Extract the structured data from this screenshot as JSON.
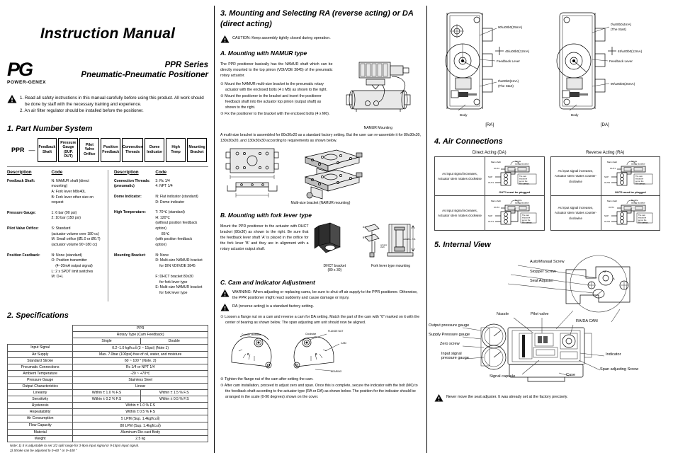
{
  "document": {
    "title": "Instruction Manual",
    "brand": {
      "logo_text": "PG",
      "logo_sub": "POWER-GENEX"
    },
    "series_line1": "PPR Series",
    "series_line2": "Pneumatic-Pneumatic Positioner",
    "warnings": [
      "1. Read all safety instructions in this manual carefully before using this product. All work should be done by staff with the necessary training and experience.",
      "2. An air filter regulator should be installed before the positioner."
    ]
  },
  "section1": {
    "heading": "1. Part Number System",
    "prefix": "PPR",
    "dash": "—",
    "boxes": [
      "Feedback Shaft",
      "Pressure Gauge (SUP. OUT)",
      "Pilot Valve Orifice",
      "Position Feedback",
      "Connection Threads",
      "Dome Indicator",
      "High Temp",
      "Mounting Bracket"
    ],
    "table_headers": {
      "description": "Description",
      "code": "Code"
    },
    "left_rows": [
      {
        "description": "Feedback Shaft:",
        "code": "N: NAMUR shaft (direct mounting)\nA: Fork lever M8x40L\nB: Fork lever other size on request"
      },
      {
        "description": "Pressure Gauge:",
        "code": "1: 6 bar (90 psi)\n2: 10 bar (150 psi)"
      },
      {
        "description": "Pilot Valve Orifice:",
        "code": "S: Standard\n(actuator volume over 180 cc)\nM: Small orifice (Ø1.0 or Ø0.7)\n(actuator volume 90~180 cc)"
      },
      {
        "description": "Position Feedback:",
        "code": "N: None (standard)\nO: Position transmitter\n    (4~20mA output signal)\nL: 2 x SPDT limit switches\nM: O+L"
      }
    ],
    "right_rows": [
      {
        "description": "Connection Threads: (pneumatic)",
        "code": "3: Rc 1/4\n4: NPT 1/4"
      },
      {
        "description": "Dome Indicator:",
        "code": "N: Flat indicator (standard)\nD: Dome indicator"
      },
      {
        "description": "High Temperature:",
        "code": "T: 70℃ (standard)\nH: 120℃\n(without position feedback option)\n      85℃\n(with position feedback option)"
      },
      {
        "description": "Mounting Bracket:",
        "code": "N: None\nR: Multi-size NAMUR bracket\n    for DIN VDI/VDE 3845\n\nF: DHCT bracket 80x30\n    for fork lever type\nE: Multi-size NAMUR bracket\n    for fork lever type"
      }
    ]
  },
  "section2": {
    "heading": "2. Specifications",
    "col_group_top": "PPR",
    "col_group_mid": "Rotary Type (Cam Feedback)",
    "col_single": "Single",
    "col_double": "Double",
    "rows": [
      {
        "label": "Input Signal",
        "span": "0.2~1.0 kgf/c㎠  (3 ~ 15psi) (Note 1)"
      },
      {
        "label": "Air Supply",
        "span": "Max. 7.0bar (100psi) free of oil, water, and moisture"
      },
      {
        "label": "Standard Stroke",
        "span": "60 ~ 100 ° (Note. 2)"
      },
      {
        "label": "Pneumatic Connections",
        "span": "Rc 1/4 or NPT 1/4"
      },
      {
        "label": "Ambient Temperature",
        "span": "-20 ~ +70℃"
      },
      {
        "label": "Pressure Gauge",
        "span": "Stainless Steel"
      },
      {
        "label": "Output Characteristics",
        "span": "Linear"
      },
      {
        "label": "Linearity",
        "single": "Within ± 1.0 % F.S",
        "double": "Within ± 1.5 % F.S"
      },
      {
        "label": "Sensitivity",
        "single": "Within ± 0.2 % F.S",
        "double": "Within ± 0.5 % F.S"
      },
      {
        "label": "Hysteresis",
        "span": "Within ± 1.0 % F.S"
      },
      {
        "label": "Repeatability",
        "span": "Within ± 0.5 % F.S"
      },
      {
        "label": "Air Consumption",
        "span": "5 LPM (Sup. 1.4kgf/c㎠)"
      },
      {
        "label": "Flow Capacity",
        "span": "80 LPM (Sup. 1.4kgf/c㎠)"
      },
      {
        "label": "Material",
        "span": "Aluminum Die-cast Body"
      },
      {
        "label": "Weight",
        "span": "2.5 kg"
      }
    ],
    "notes": [
      "Note: 1) It is adjustable to set 1/2 split range for 3-9psi input signal or 9-15psi input signal.",
      "2) Stroke can be adjusted to 0~60 ° or 0~100 °"
    ]
  },
  "section3": {
    "heading": "3. Mounting and Selecting RA (reverse acting) or DA (direct acting)",
    "caution": "CAUTION: Keep assembly tightly closed during operation.",
    "sub_a": {
      "heading": "A. Mounting with NAMUR type",
      "intro": "The PPR positioner basically has the NAMUR shaft which can be directly mounted to the top pinion (VDI/VDE 3845) of the pneumatic rotary actuator.",
      "steps": [
        "① Mount the NAMUR multi-size bracket to the pneumatic rotary actuator with the enclosed bolts (4 x M5) as shown to the right.",
        "② Mount the positioner to the bracket and insert the positioner feedback shaft into the actuator top pinion (output shaft) as shown to the right.",
        "③ Fix the positioner to the bracket with the enclosed bolts (4 x M6)."
      ],
      "outro": "A multi-size bracket is assembled for 80x30x20 as a standard factory setting. But the user can re-assemble it for 80x30x30, 130x30x20, and 130x30x30 according to requirements as shown below.",
      "fig1_caption": "NAMUR Mounting",
      "fig2_caption": "Multi-size bracket (NAMUR mounting)"
    },
    "sub_b": {
      "heading": "B. Mounting with fork lever type",
      "body": "Mount the PPR positioner to the actuator with DHCT bracket (80x30) as shown to the right. Be sure that the feedback lever shaft 'A' is placed in the orifice for the fork lever 'B' and they are in alignment with a rotary actuator output shaft.",
      "fig1_caption": "DHCT bracket",
      "fig1_caption2": "(80 x 30)",
      "fig2_caption": "Fork lever type mounting"
    },
    "sub_c": {
      "heading": "C. Cam and Indicator Adjustment",
      "warning1": "WARNING: When adjusting or replacing cams, be sure to shut off air supply to the PPR positioner. Otherwise, the PPR positioner might react suddenly and cause damage or injury.",
      "warning2": "RA (reverse acting) is a standard factory setting.",
      "steps": [
        "① Loosen a flange nut on a cam and reverse a cam for DA setting. Match the part of the cam with \"0\" marked on it with the center of bearing as shown below. The span adjusting arm unit should now be aligned.",
        "② Tighten the flange nut of the cam after setting the cam.",
        "③ After cam installation, proceed to adjust zero and span. Once this is complete, secure the indicator with the bolt (M6) to the feedback shaft according to the actuator type (RA or DA) as shown below. The position for the indicator should be arranged in the scale (0-90 degrees) shown on the cover."
      ],
      "cam_labels": {
        "ccw": "Counter clockwise",
        "cw": "Clockwise",
        "flange_nut": "FLANGE NUT",
        "cam": "CAM",
        "bearing": "BEARING"
      }
    }
  },
  "diagrams_ra_da": {
    "ra": {
      "caption": "[RA]",
      "labels": [
        "90°(25mA)",
        "45°(12mA)",
        "Feedback Lever",
        "0°(4mA)\n(The Start)",
        "Body"
      ]
    },
    "da": {
      "caption": "[DA]",
      "labels": [
        "0°(4mA)\n(The Start)",
        "45°(12mA)",
        "Feedback Lever",
        "90°(25mA)",
        "Body"
      ]
    }
  },
  "section4": {
    "heading": "4. Air Connections",
    "da_header": "Direct Acting (DA)",
    "ra_header": "Reverse Acting (RA)",
    "da_rows": [
      {
        "desc": "As input signal increases, Actuator stem rotates clockwise",
        "actuator": "Single acting actuator",
        "shaft": "Main shaft",
        "ports": [
          "OUT2",
          "SUP",
          "OUT1"
        ],
        "camnote": "The cam should be set on the RA surface.",
        "plug": "OUT1 must be plugged"
      },
      {
        "desc": "As input signal increases, Actuator stem rotates clockwise",
        "actuator": "Double acting actuator",
        "shaft": "Main shaft",
        "ports": [
          "OUT2",
          "SUP",
          "OUT1"
        ],
        "camnote": "The cam should be set on the RA surface.",
        "plug": ""
      }
    ],
    "ra_rows": [
      {
        "desc": "As input signal increases, Actuator stem rotates counter-clockwise",
        "actuator": "Single acting actuator",
        "shaft": "Main shaft",
        "ports": [
          "OUT1",
          "SUP",
          "OUT2"
        ],
        "camnote": "The cam should be set on the RA surface.",
        "plug": "OUT2 must be plugged"
      },
      {
        "desc": "As input signal increases, Actuator stem rotates counter-clockwise",
        "actuator": "Double acting actuator",
        "shaft": "Main shaft",
        "ports": [
          "OUT1",
          "SUP",
          "OUT2"
        ],
        "camnote": "The cam should be set on the RA surface.",
        "plug": ""
      }
    ]
  },
  "section5": {
    "heading": "5. Internal View",
    "labels_top": [
      "Auto/Manual Screw",
      "Stopper Screw",
      "Seat Adjuster"
    ],
    "label_nozzle": "Nozzle",
    "label_pilot": "Pilot valve",
    "label_cam": "RA/DA CAM",
    "labels_left": [
      "Output pressure gauge",
      "Supply Pressure gauge",
      "Zero screw",
      "Input signal\npressure gauge"
    ],
    "labels_right": [
      "Indicator",
      "Span adjusting Screw"
    ],
    "labels_bottom": [
      "Signal capsule",
      "Case"
    ],
    "footer_warning": "Never move the seat adjuster. It was already set at the factory precisely."
  }
}
